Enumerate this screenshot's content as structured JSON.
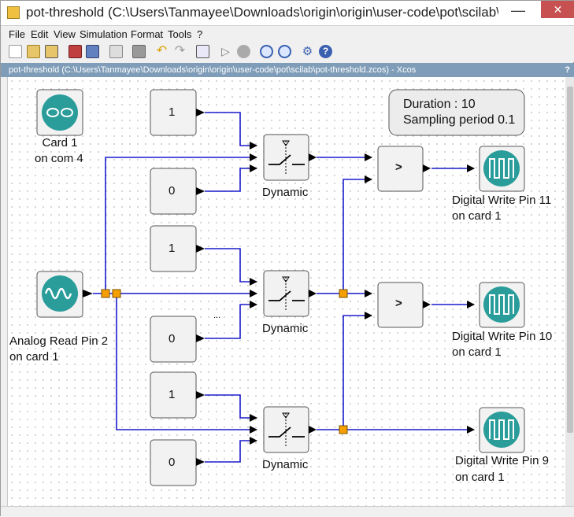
{
  "window": {
    "title": "pot-threshold (C:\\Users\\Tanmayee\\Downloads\\origin\\origin\\user-code\\pot\\scilab\\...",
    "doc_header": "pot-threshold (C:\\Users\\Tanmayee\\Downloads\\origin\\origin\\user-code\\pot\\scilab\\pot-threshold.zcos) - Xcos",
    "help": "?",
    "minimize": "—",
    "close": "✕"
  },
  "menu": [
    "File",
    "Edit",
    "View",
    "Simulation",
    "Format",
    "Tools",
    "?"
  ],
  "toolbar": [
    "new-icon",
    "open-icon",
    "open-in-scilab-icon",
    "save-icon",
    "save-as-icon",
    "print-icon",
    "export-icon",
    "undo-icon",
    "redo-icon",
    "fit-diagram-icon",
    "start-icon",
    "stop-icon",
    "zoom-in-icon",
    "zoom-out-icon",
    "setup-icon",
    "help-icon"
  ],
  "diagram": {
    "info_box": {
      "duration": "Duration : 10",
      "sampling": "Sampling period 0.1"
    },
    "card": {
      "line1": "Card 1",
      "line2": "on com 4"
    },
    "analog": {
      "line1": "Analog Read Pin 2",
      "line2": "on card 1"
    },
    "constants": [
      "1",
      "0",
      "1",
      "0",
      "1",
      "0"
    ],
    "ellipsis": "...",
    "switch_label": "Dynamic",
    "compare_label": ">",
    "outputs": [
      {
        "line1": "Digital Write Pin 11",
        "line2": "on card 1"
      },
      {
        "line1": "Digital Write Pin 10",
        "line2": "on card 1"
      },
      {
        "line1": "Digital Write Pin 9",
        "line2": "on card 1"
      }
    ]
  },
  "colors": {
    "link": "#1a1acc",
    "split": "#f5a000",
    "block_fill": "#f2f2f2",
    "icon_teal": "#2a9d9a",
    "header": "#7f9db9"
  }
}
